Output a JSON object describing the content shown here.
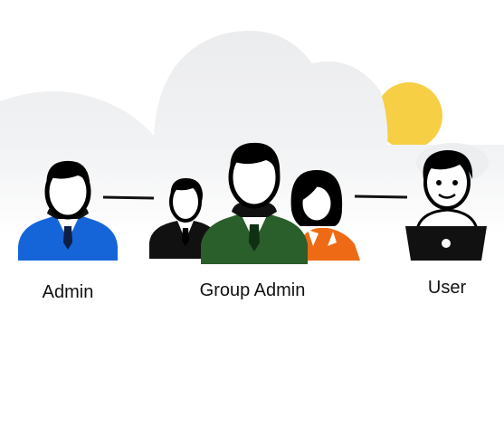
{
  "diagram": {
    "roles": [
      {
        "id": "admin",
        "label": "Admin"
      },
      {
        "id": "group-admin",
        "label": "Group Admin"
      },
      {
        "id": "user",
        "label": "User"
      }
    ],
    "colors": {
      "admin_suit": "#1565d8",
      "group_admin_suit": "#2a5e2a",
      "woman_top": "#ee6a14",
      "sun": "#f6cf45",
      "cloud": "#eeeff0"
    },
    "icons": [
      "cloud-icon",
      "sun-icon",
      "admin-person-icon",
      "businessman-icon",
      "businesswoman-icon",
      "user-laptop-icon"
    ]
  }
}
